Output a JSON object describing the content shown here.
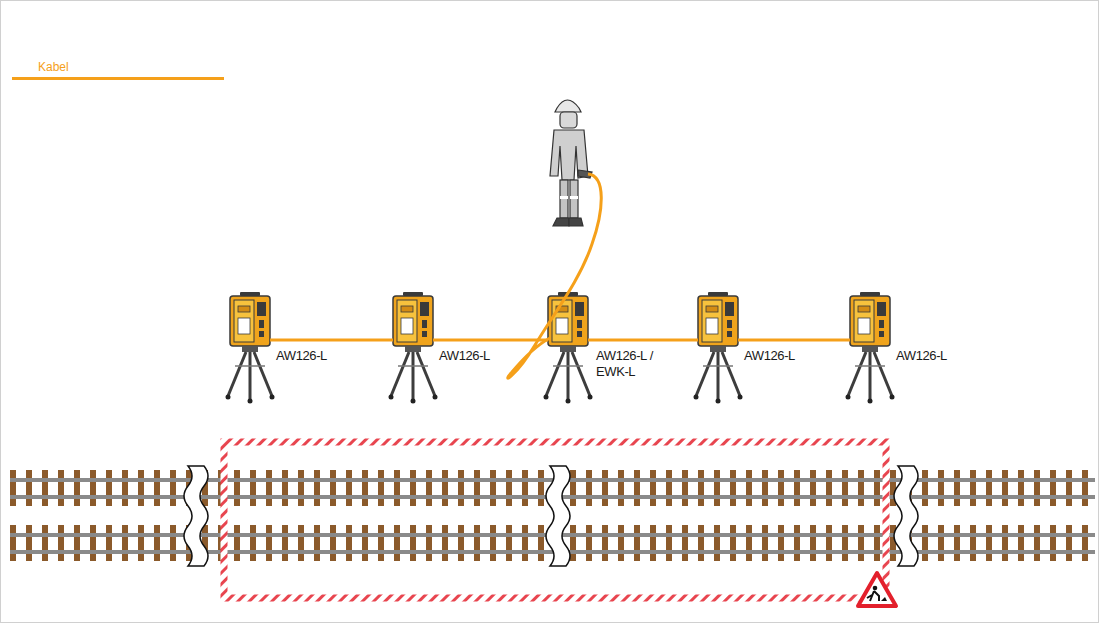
{
  "diagram": {
    "nodes": [
      {
        "text": [
          "AW126-L"
        ]
      },
      {
        "text": [
          "AW126-L"
        ]
      },
      {
        "text": [
          "AW126-L / EWK-L"
        ]
      },
      {
        "text": [
          "AW126-L"
        ]
      },
      {
        "text": [
          "AW126-L"
        ]
      }
    ],
    "edges": [
      {
        "from": 0,
        "to": 1,
        "arrow": "none"
      },
      {
        "from": 1,
        "to": 2,
        "arrow": "none"
      },
      {
        "from": 2,
        "to": 3,
        "arrow": "none"
      },
      {
        "from": 3,
        "to": 4,
        "arrow": "none"
      }
    ],
    "legend": [
      {
        "text": "Kabel"
      }
    ]
  }
}
